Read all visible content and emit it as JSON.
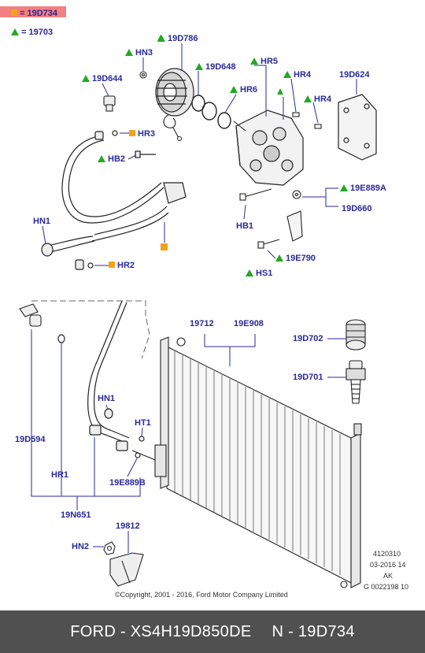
{
  "legend": {
    "square_text": "= 19D734",
    "triangle_text": "= 19703"
  },
  "colors": {
    "callout_text": "#2a2a9a",
    "triangle": "#22aa22",
    "square": "#f4a21a",
    "legend_highlight": "#f06a6a",
    "footer_bg": "#505050"
  },
  "callouts": {
    "hn3": "HN3",
    "d786": "19D786",
    "d648": "19D648",
    "hr5": "HR5",
    "d644": "19D644",
    "hr6": "HR6",
    "hr4a": "HR4",
    "d624": "19D624",
    "hr4b": "HR4",
    "hr3": "HR3",
    "hb2": "HB2",
    "e889a": "19E889A",
    "d660": "19D660",
    "hn1a": "HN1",
    "hb1": "HB1",
    "e790": "19E790",
    "hs1": "HS1",
    "hr2": "HR2",
    "p19712": "19712",
    "e908": "19E908",
    "d702": "19D702",
    "d701": "19D701",
    "hn1b": "HN1",
    "ht1": "HT1",
    "d594": "19D594",
    "hr1": "HR1",
    "e889b": "19E889B",
    "n651": "19N651",
    "p19812": "19812",
    "hn2": "HN2"
  },
  "notes": {
    "illus_number": "4120310",
    "illus_date": "03-2016 14",
    "illus_code": "AK",
    "illus_ref": "G 0022198 10"
  },
  "copyright": "©Copyright, 2001 - 2016, Ford Motor Company Limited",
  "footer": {
    "brand_part": "FORD - XS4H19D850DE",
    "ref": "N - 19D734"
  }
}
